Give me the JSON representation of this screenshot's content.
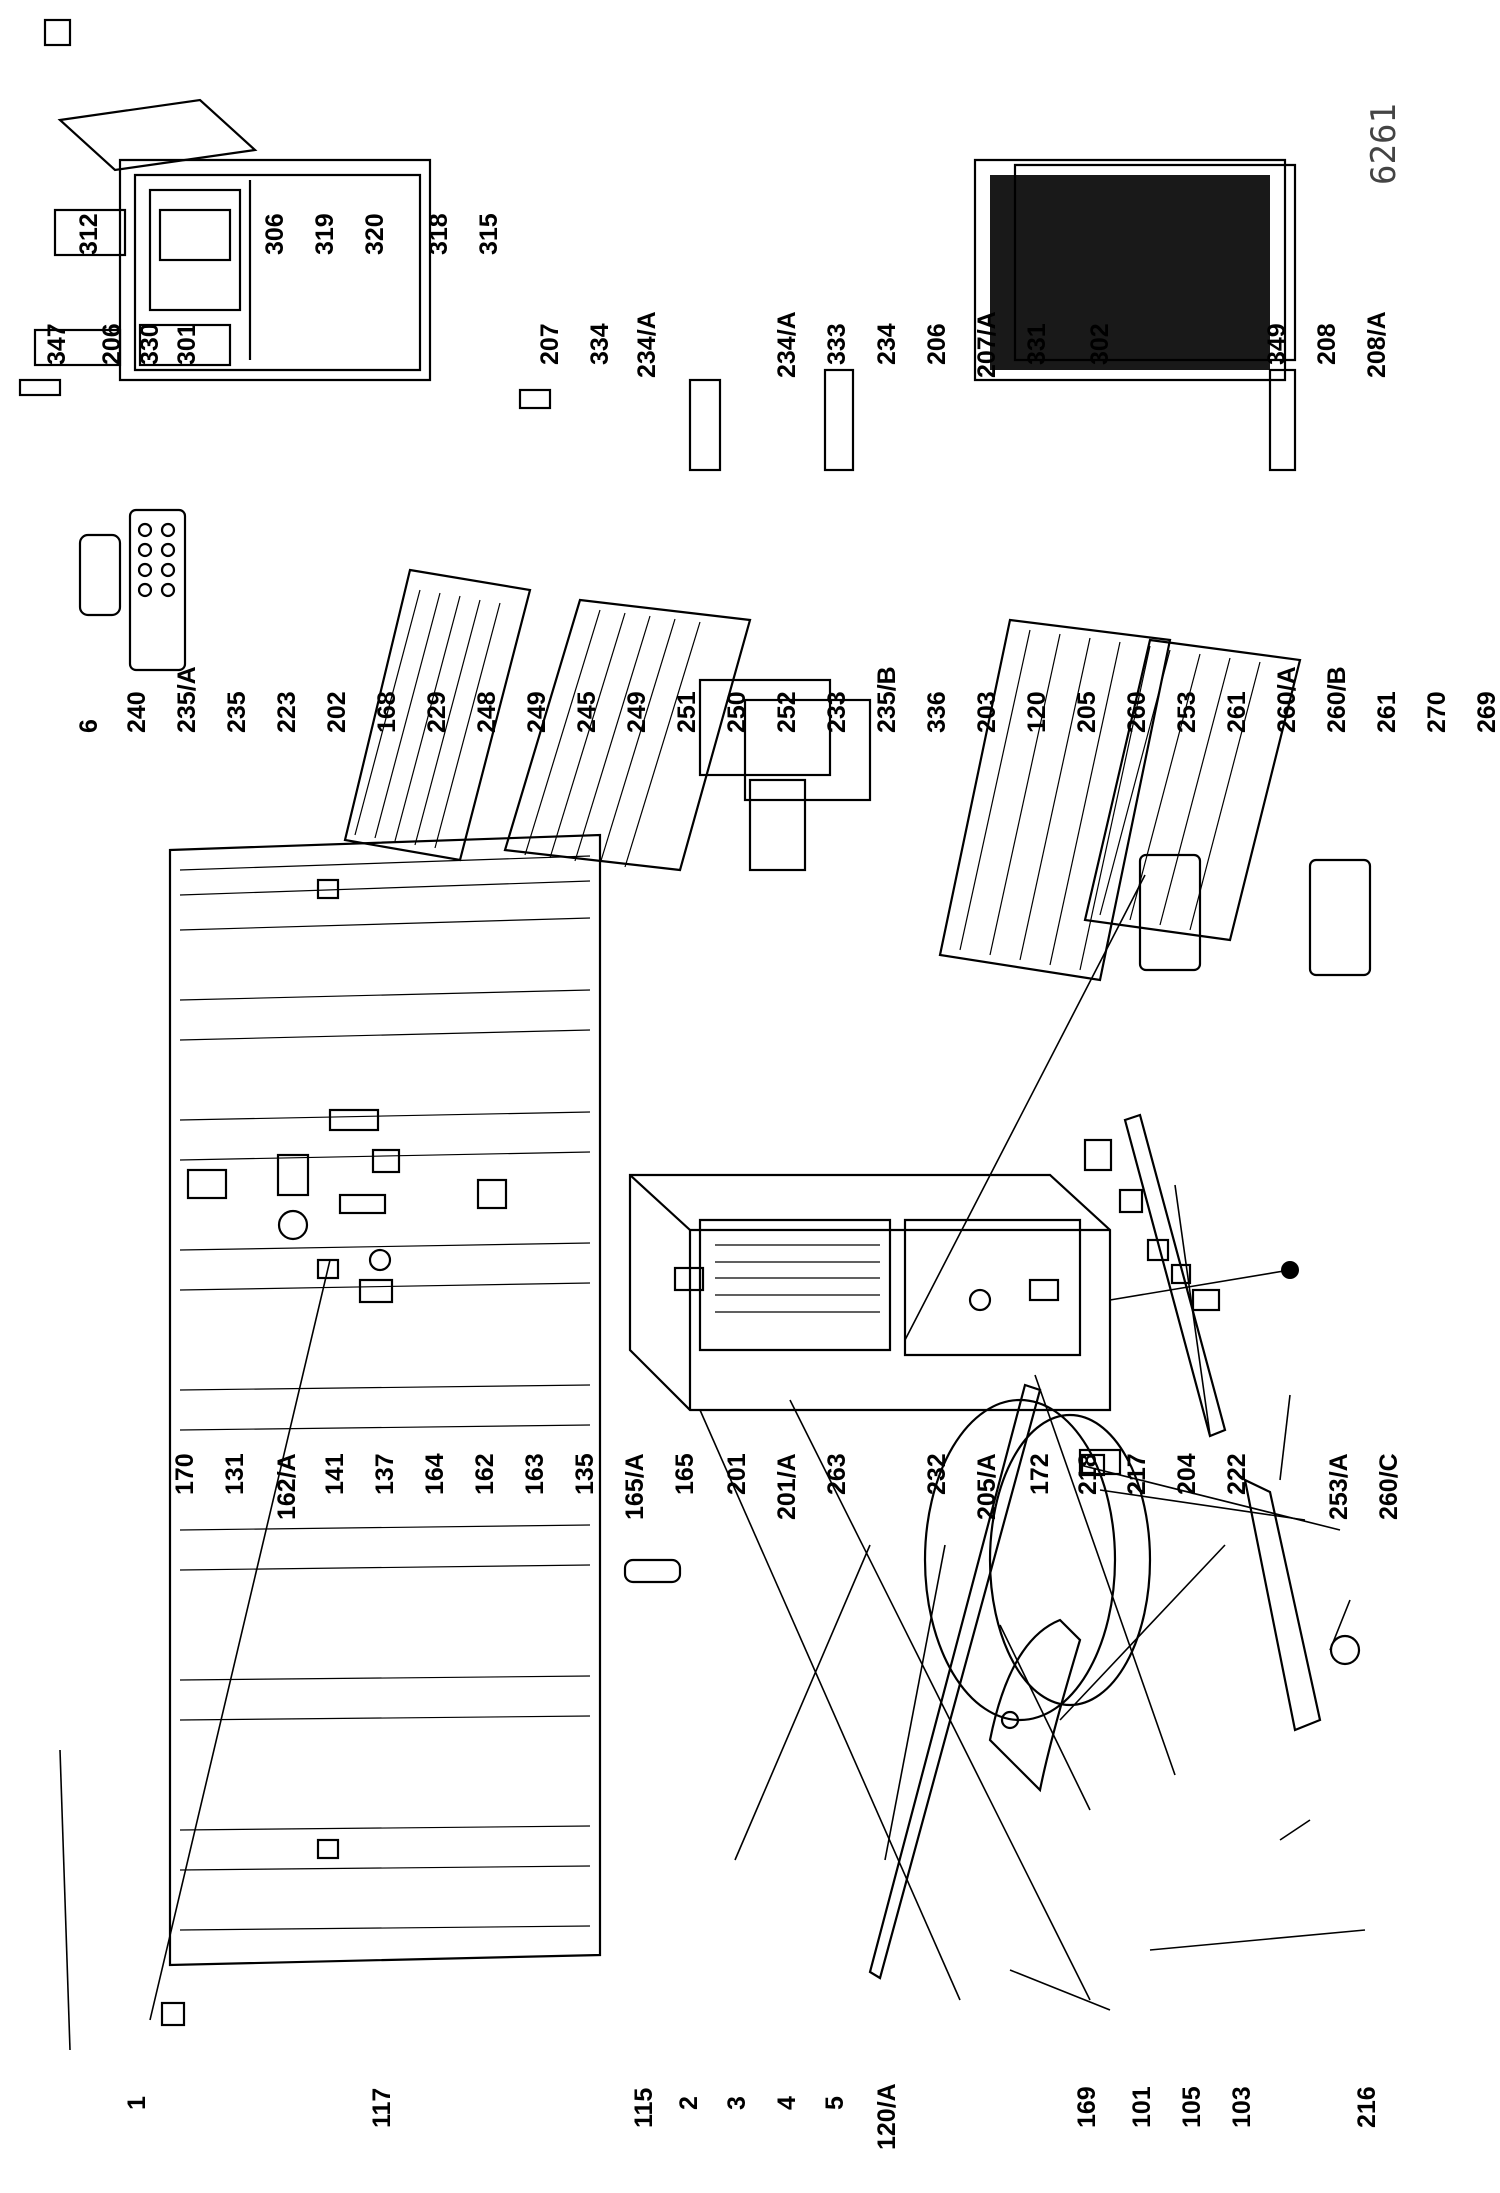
{
  "drawing_code": "6261",
  "callouts": {
    "left": [
      "1",
      "117",
      "115",
      "2",
      "3",
      "4",
      "5",
      "120/A",
      "169",
      "101",
      "105",
      "103",
      "216"
    ],
    "middle": [
      "170",
      "131",
      "162/A",
      "141",
      "137",
      "164",
      "162",
      "163",
      "135",
      "165/A",
      "165",
      "201",
      "201/A",
      "263",
      "232",
      "205/A",
      "172",
      "218",
      "217",
      "204",
      "222",
      "253/A",
      "260/C"
    ],
    "right_center": [
      "6",
      "240",
      "235/A",
      "235",
      "223",
      "202",
      "168",
      "229",
      "248",
      "249",
      "245",
      "249",
      "251",
      "250",
      "252",
      "233",
      "235/B",
      "336",
      "203",
      "120",
      "205",
      "260",
      "253",
      "261",
      "260/A",
      "260/B",
      "261",
      "270",
      "269"
    ],
    "right_upper": [
      "347",
      "206",
      "330",
      "301",
      "207",
      "334",
      "234/A"
    ],
    "right_lower": [
      "234/A",
      "333",
      "234",
      "206",
      "207/A",
      "331",
      "302",
      "349",
      "208",
      "208/A"
    ],
    "top": [
      "312",
      "306",
      "319",
      "320",
      "318",
      "315"
    ]
  }
}
